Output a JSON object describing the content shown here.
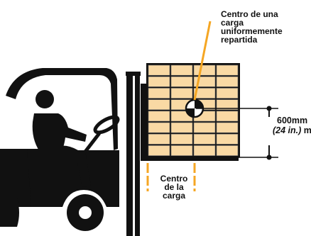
{
  "labels": {
    "uniform_load_center": [
      "Centro de una",
      "carga",
      "uniformemente",
      "repartida"
    ],
    "dimension_mm": "600mm",
    "dimension_in": "(24 in.)",
    "dimension_max": "máx",
    "load_center": [
      "Centro",
      "de la",
      "carga"
    ]
  },
  "colors": {
    "outline": "#111111",
    "accent": "#f5a623",
    "box_fill": "#f9d9a4",
    "box_stroke": "#6b6b6b",
    "background": "#ffffff"
  },
  "icons": {
    "load_center_symbol": "center-of-gravity-icon",
    "operator": "forklift-operator-icon"
  }
}
